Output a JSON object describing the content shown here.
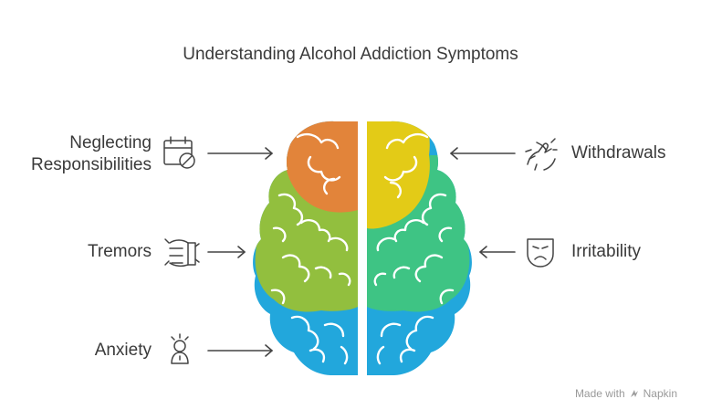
{
  "title": "Understanding Alcohol Addiction Symptoms",
  "left_items": [
    {
      "label_line1": "Neglecting",
      "label_line2": "Responsibilities",
      "icon": "calendar-cancel-icon"
    },
    {
      "label": "Tremors",
      "icon": "shaking-hand-icon"
    },
    {
      "label": "Anxiety",
      "icon": "anxious-person-icon"
    }
  ],
  "right_items": [
    {
      "label": "Withdrawals",
      "icon": "withdrawal-hands-icon"
    },
    {
      "label": "Irritability",
      "icon": "frowning-face-icon"
    }
  ],
  "brain_colors": {
    "orange": "#E2843A",
    "yellow": "#E3CB17",
    "lime": "#92BF3E",
    "green": "#3EC484",
    "blue": "#22A7DC"
  },
  "footer": {
    "made_with": "Made with",
    "brand": "Napkin"
  }
}
